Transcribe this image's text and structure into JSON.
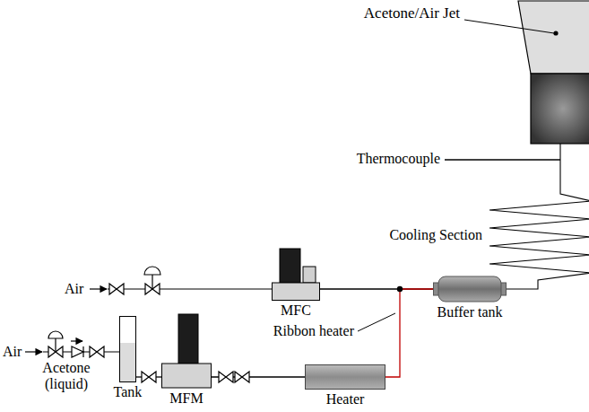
{
  "diagram": {
    "nodes": [
      {
        "text": [
          "MFC"
        ]
      },
      {
        "text": [
          "Buffer tank"
        ]
      },
      {
        "text": [
          "Tank"
        ]
      },
      {
        "text": [
          "MFM"
        ]
      },
      {
        "text": [
          "Heater"
        ]
      }
    ],
    "edges": [
      {
        "from": 0,
        "to": 1,
        "arrow": "none"
      },
      {
        "from": 2,
        "to": 3,
        "arrow": "none"
      },
      {
        "from": 3,
        "to": 4,
        "arrow": "none"
      },
      {
        "from": 4,
        "to": 1,
        "arrow": "none"
      }
    ],
    "labels": [
      "Acetone/Air Jet",
      "Thermocouple",
      "Cooling Section",
      "Air",
      "Ribbon heater",
      "Air",
      "Acetone (liquid)"
    ]
  }
}
